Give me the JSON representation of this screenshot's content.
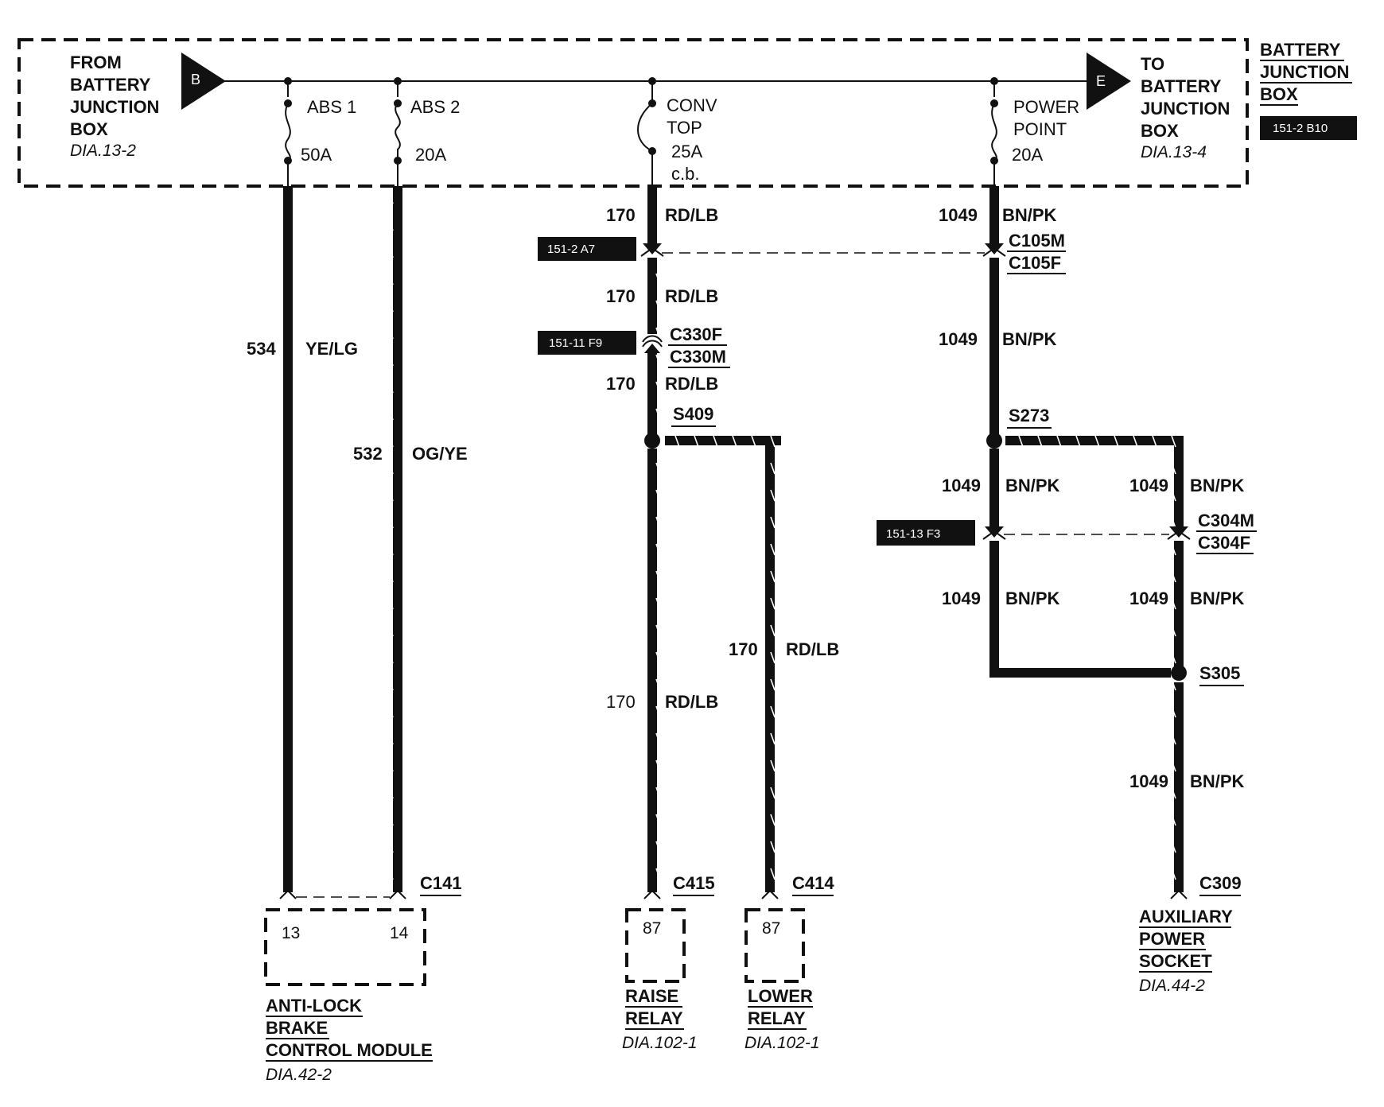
{
  "junction_box": {
    "source_label": [
      "FROM",
      "BATTERY",
      "JUNCTION",
      "BOX"
    ],
    "source_ref": "DIA.13-2",
    "source_connector": "B",
    "dest_label": [
      "TO",
      "BATTERY",
      "JUNCTION",
      "BOX"
    ],
    "dest_ref": "DIA.13-4",
    "dest_connector": "E",
    "box_title": [
      "BATTERY",
      "JUNCTION",
      "BOX"
    ],
    "box_locator": "151-2 B10"
  },
  "fuses": [
    {
      "lines": [
        "ABS 1"
      ],
      "rating": "50A"
    },
    {
      "lines": [
        "ABS 2"
      ],
      "rating": "20A"
    },
    {
      "lines": [
        "CONV",
        "TOP"
      ],
      "rating": "25A",
      "suffix": "c.b."
    },
    {
      "lines": [
        "POWER",
        "POINT"
      ],
      "rating": "20A"
    }
  ],
  "wires": {
    "abs1": {
      "circuit": "534",
      "color": "YE/LG"
    },
    "abs2": {
      "circuit": "532",
      "color": "OG/YE"
    },
    "conv_1": {
      "circuit": "170",
      "color": "RD/LB"
    },
    "conv_2": {
      "circuit": "170",
      "color": "RD/LB"
    },
    "conv_3": {
      "circuit": "170",
      "color": "RD/LB"
    },
    "conv_raise": {
      "circuit": "170",
      "color": "RD/LB"
    },
    "conv_lower": {
      "circuit": "170",
      "color": "RD/LB"
    },
    "pp_1": {
      "circuit": "1049",
      "color": "BN/PK"
    },
    "pp_2": {
      "circuit": "1049",
      "color": "BN/PK"
    },
    "pp_left_a": {
      "circuit": "1049",
      "color": "BN/PK"
    },
    "pp_right_a": {
      "circuit": "1049",
      "color": "BN/PK"
    },
    "pp_left_b": {
      "circuit": "1049",
      "color": "BN/PK"
    },
    "pp_right_b": {
      "circuit": "1049",
      "color": "BN/PK"
    },
    "pp_out": {
      "circuit": "1049",
      "color": "BN/PK"
    }
  },
  "connectors": {
    "c105": {
      "male": "C105M",
      "female": "C105F",
      "locator": "151-2 A7"
    },
    "c330": {
      "female": "C330F",
      "male": "C330M",
      "locator": "151-11 F9"
    },
    "c304": {
      "male": "C304M",
      "female": "C304F",
      "locator": "151-13 F3"
    },
    "c141": "C141",
    "c415": "C415",
    "c414": "C414",
    "c309": "C309"
  },
  "splices": {
    "s409": "S409",
    "s273": "S273",
    "s305": "S305"
  },
  "components": {
    "abs_module": {
      "pins": [
        "13",
        "14"
      ],
      "name": [
        "ANTI-LOCK",
        "BRAKE",
        "CONTROL MODULE"
      ],
      "ref": "DIA.42-2"
    },
    "raise_relay": {
      "pin": "87",
      "name": [
        "RAISE",
        "RELAY"
      ],
      "ref": "DIA.102-1"
    },
    "lower_relay": {
      "pin": "87",
      "name": [
        "LOWER",
        "RELAY"
      ],
      "ref": "DIA.102-1"
    },
    "aux_socket": {
      "name": [
        "AUXILIARY",
        "POWER",
        "SOCKET"
      ],
      "ref": "DIA.44-2"
    }
  }
}
